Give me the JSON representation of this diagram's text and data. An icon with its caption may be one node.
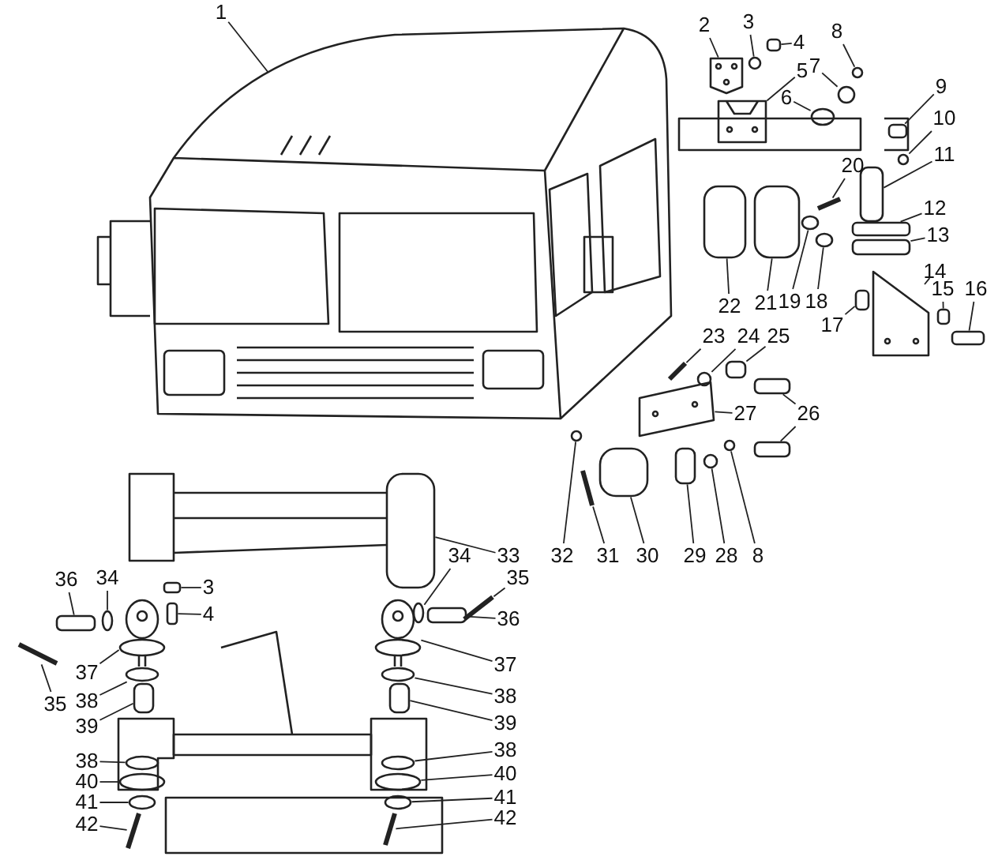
{
  "diagram": {
    "nodes": [
      {
        "text": [
          "1"
        ]
      },
      {
        "text": [
          "2"
        ]
      },
      {
        "text": [
          "3"
        ]
      },
      {
        "text": [
          "4"
        ]
      },
      {
        "text": [
          "5"
        ]
      },
      {
        "text": [
          "8"
        ]
      },
      {
        "text": [
          "7"
        ]
      },
      {
        "text": [
          "6"
        ]
      },
      {
        "text": [
          "9"
        ]
      },
      {
        "text": [
          "10"
        ]
      },
      {
        "text": [
          "11"
        ]
      },
      {
        "text": [
          "20"
        ]
      },
      {
        "text": [
          "12"
        ]
      },
      {
        "text": [
          "13"
        ]
      },
      {
        "text": [
          "14"
        ]
      },
      {
        "text": [
          "15"
        ]
      },
      {
        "text": [
          "16"
        ]
      },
      {
        "text": [
          "17"
        ]
      },
      {
        "text": [
          "18"
        ]
      },
      {
        "text": [
          "19"
        ]
      },
      {
        "text": [
          "21"
        ]
      },
      {
        "text": [
          "22"
        ]
      },
      {
        "text": [
          "23"
        ]
      },
      {
        "text": [
          "24"
        ]
      },
      {
        "text": [
          "25"
        ]
      },
      {
        "text": [
          "26"
        ]
      },
      {
        "text": [
          "27"
        ]
      },
      {
        "text": [
          "8"
        ]
      },
      {
        "text": [
          "28"
        ]
      },
      {
        "text": [
          "29"
        ]
      },
      {
        "text": [
          "30"
        ]
      },
      {
        "text": [
          "31"
        ]
      },
      {
        "text": [
          "32"
        ]
      },
      {
        "text": [
          "33"
        ]
      },
      {
        "text": [
          "34"
        ]
      },
      {
        "text": [
          "35"
        ]
      },
      {
        "text": [
          "36"
        ]
      },
      {
        "text": [
          "36"
        ]
      },
      {
        "text": [
          "34"
        ]
      },
      {
        "text": [
          "3"
        ]
      },
      {
        "text": [
          "4"
        ]
      },
      {
        "text": [
          "35"
        ]
      },
      {
        "text": [
          "37"
        ]
      },
      {
        "text": [
          "38"
        ]
      },
      {
        "text": [
          "39"
        ]
      },
      {
        "text": [
          "37"
        ]
      },
      {
        "text": [
          "38"
        ]
      },
      {
        "text": [
          "39"
        ]
      },
      {
        "text": [
          "38"
        ]
      },
      {
        "text": [
          "40"
        ]
      },
      {
        "text": [
          "41"
        ]
      },
      {
        "text": [
          "42"
        ]
      },
      {
        "text": [
          "38"
        ]
      },
      {
        "text": [
          "40"
        ]
      },
      {
        "text": [
          "41"
        ]
      },
      {
        "text": [
          "42"
        ]
      },
      {
        "text": [],
        "shape": "picture"
      },
      {
        "text": [],
        "shape": "picture"
      },
      {
        "text": [],
        "shape": "circle"
      },
      {
        "text": [],
        "shape": "box"
      },
      {
        "text": [],
        "shape": "picture"
      },
      {
        "text": [],
        "shape": "circle"
      },
      {
        "text": [],
        "shape": "circle"
      },
      {
        "text": [],
        "shape": "circle"
      },
      {
        "text": [],
        "shape": "box"
      },
      {
        "text": [],
        "shape": "circle"
      },
      {
        "text": [],
        "shape": "box"
      },
      {
        "text": [],
        "shape": "bar"
      },
      {
        "text": [],
        "shape": "box"
      },
      {
        "text": [],
        "shape": "box"
      },
      {
        "text": [],
        "shape": "picture"
      },
      {
        "text": [],
        "shape": "box"
      },
      {
        "text": [],
        "shape": "box"
      },
      {
        "text": [],
        "shape": "box"
      },
      {
        "text": [],
        "shape": "circle"
      },
      {
        "text": [],
        "shape": "circle"
      },
      {
        "text": [],
        "shape": "box"
      },
      {
        "text": [],
        "shape": "box"
      },
      {
        "text": [],
        "shape": "bar"
      },
      {
        "text": [],
        "shape": "circle"
      },
      {
        "text": [],
        "shape": "box"
      },
      {
        "text": [],
        "shape": "box"
      },
      {
        "text": [],
        "shape": "box"
      },
      {
        "text": [],
        "shape": "picture"
      },
      {
        "text": [],
        "shape": "circle"
      },
      {
        "text": [],
        "shape": "circle"
      },
      {
        "text": [],
        "shape": "box"
      },
      {
        "text": [],
        "shape": "box"
      },
      {
        "text": [],
        "shape": "bar"
      },
      {
        "text": [],
        "shape": "circle"
      },
      {
        "text": [],
        "shape": "box"
      },
      {
        "text": [],
        "shape": "circle"
      },
      {
        "text": [],
        "shape": "bar"
      },
      {
        "text": [],
        "shape": "box"
      },
      {
        "text": [],
        "shape": "box"
      },
      {
        "text": [],
        "shape": "circle"
      },
      {
        "text": [],
        "shape": "box"
      },
      {
        "text": [],
        "shape": "box"
      },
      {
        "text": [],
        "shape": "bar"
      },
      {
        "text": [],
        "shape": "picture"
      },
      {
        "text": [],
        "shape": "circle"
      },
      {
        "text": [],
        "shape": "box"
      },
      {
        "text": [],
        "shape": "picture"
      },
      {
        "text": [],
        "shape": "circle"
      },
      {
        "text": [],
        "shape": "box"
      },
      {
        "text": [],
        "shape": "circle"
      },
      {
        "text": [],
        "shape": "circle"
      },
      {
        "text": [],
        "shape": "circle"
      },
      {
        "text": [],
        "shape": "bar"
      },
      {
        "text": [],
        "shape": "circle"
      },
      {
        "text": [],
        "shape": "circle"
      },
      {
        "text": [],
        "shape": "circle"
      },
      {
        "text": [],
        "shape": "bar"
      }
    ],
    "edges": [
      {
        "from": 0,
        "to": 56,
        "arrow": "none"
      },
      {
        "from": 1,
        "to": 57,
        "arrow": "none"
      },
      {
        "from": 2,
        "to": 58,
        "arrow": "none"
      },
      {
        "from": 3,
        "to": 59,
        "arrow": "none"
      },
      {
        "from": 4,
        "to": 60,
        "arrow": "none"
      },
      {
        "from": 5,
        "to": 61,
        "arrow": "none"
      },
      {
        "from": 6,
        "to": 62,
        "arrow": "none"
      },
      {
        "from": 7,
        "to": 63,
        "arrow": "none"
      },
      {
        "from": 8,
        "to": 64,
        "arrow": "none"
      },
      {
        "from": 9,
        "to": 65,
        "arrow": "none"
      },
      {
        "from": 10,
        "to": 66,
        "arrow": "none"
      },
      {
        "from": 11,
        "to": 67,
        "arrow": "none"
      },
      {
        "from": 12,
        "to": 68,
        "arrow": "none"
      },
      {
        "from": 13,
        "to": 69,
        "arrow": "none"
      },
      {
        "from": 14,
        "to": 70,
        "arrow": "none"
      },
      {
        "from": 15,
        "to": 71,
        "arrow": "none"
      },
      {
        "from": 16,
        "to": 72,
        "arrow": "none"
      },
      {
        "from": 17,
        "to": 73,
        "arrow": "none"
      },
      {
        "from": 18,
        "to": 74,
        "arrow": "none"
      },
      {
        "from": 19,
        "to": 75,
        "arrow": "none"
      },
      {
        "from": 20,
        "to": 76,
        "arrow": "none"
      },
      {
        "from": 21,
        "to": 77,
        "arrow": "none"
      },
      {
        "from": 22,
        "to": 78,
        "arrow": "none"
      },
      {
        "from": 23,
        "to": 79,
        "arrow": "none"
      },
      {
        "from": 24,
        "to": 80,
        "arrow": "none"
      },
      {
        "from": 25,
        "to": 81,
        "arrow": "none"
      },
      {
        "from": 25,
        "to": 82,
        "arrow": "none"
      },
      {
        "from": 26,
        "to": 83,
        "arrow": "none"
      },
      {
        "from": 27,
        "to": 84,
        "arrow": "none"
      },
      {
        "from": 28,
        "to": 85,
        "arrow": "none"
      },
      {
        "from": 29,
        "to": 86,
        "arrow": "none"
      },
      {
        "from": 30,
        "to": 87,
        "arrow": "none"
      },
      {
        "from": 31,
        "to": 88,
        "arrow": "none"
      },
      {
        "from": 32,
        "to": 89,
        "arrow": "none"
      },
      {
        "from": 33,
        "to": 90,
        "arrow": "none"
      },
      {
        "from": 34,
        "to": 91,
        "arrow": "none"
      },
      {
        "from": 35,
        "to": 92,
        "arrow": "none"
      },
      {
        "from": 36,
        "to": 93,
        "arrow": "none"
      },
      {
        "from": 37,
        "to": 94,
        "arrow": "none"
      },
      {
        "from": 38,
        "to": 95,
        "arrow": "none"
      },
      {
        "from": 39,
        "to": 96,
        "arrow": "none"
      },
      {
        "from": 40,
        "to": 97,
        "arrow": "none"
      },
      {
        "from": 41,
        "to": 98,
        "arrow": "none"
      },
      {
        "from": 42,
        "to": 99,
        "arrow": "none"
      },
      {
        "from": 43,
        "to": 100,
        "arrow": "none"
      },
      {
        "from": 44,
        "to": 101,
        "arrow": "none"
      },
      {
        "from": 45,
        "to": 102,
        "arrow": "none"
      },
      {
        "from": 46,
        "to": 103,
        "arrow": "none"
      },
      {
        "from": 47,
        "to": 104,
        "arrow": "none"
      },
      {
        "from": 48,
        "to": 105,
        "arrow": "none"
      },
      {
        "from": 49,
        "to": 106,
        "arrow": "none"
      },
      {
        "from": 50,
        "to": 107,
        "arrow": "none"
      },
      {
        "from": 51,
        "to": 108,
        "arrow": "none"
      },
      {
        "from": 52,
        "to": 109,
        "arrow": "none"
      },
      {
        "from": 53,
        "to": 110,
        "arrow": "none"
      },
      {
        "from": 54,
        "to": 111,
        "arrow": "none"
      },
      {
        "from": 55,
        "to": 112,
        "arrow": "none"
      }
    ]
  }
}
